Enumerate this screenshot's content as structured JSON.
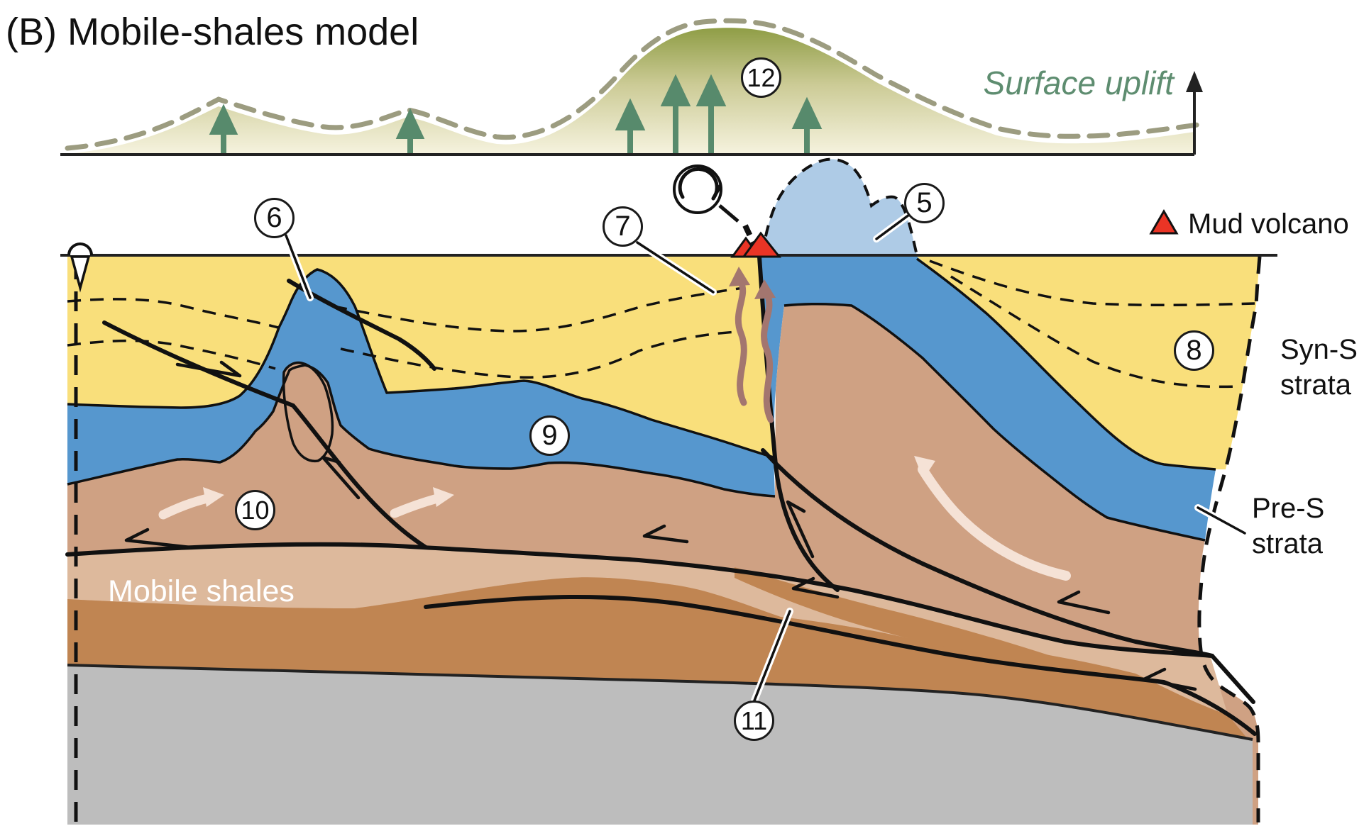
{
  "title": "(B) Mobile-shales model",
  "profile": {
    "label": "Surface uplift"
  },
  "legend": {
    "mud_volcano": "Mud volcano"
  },
  "strata_labels": {
    "syn_line1": "Syn-S",
    "syn_line2": "strata",
    "pre_line1": "Pre-S",
    "pre_line2": "strata",
    "mobile": "Mobile shales"
  },
  "callouts": {
    "n5": "5",
    "n6": "6",
    "n7": "7",
    "n8": "8",
    "n9": "9",
    "n10": "10",
    "n11": "11",
    "n12": "12"
  },
  "colors": {
    "syn_strata_yellow": "#F9DF7B",
    "pre_strata_blue": "#5697CE",
    "extruded_blue": "#AECBE6",
    "mobile_shale_tan": "#CFA183",
    "mobile_shale_light": "#DDB99C",
    "source_brown": "#C08552",
    "basement_gray": "#BDBDBD",
    "uplift_green": "#578A6C",
    "mud_volcano_red": "#EA3425",
    "fluid_arrow_brown": "#A3766F",
    "flow_arrow_pink": "#F5E2D6"
  }
}
